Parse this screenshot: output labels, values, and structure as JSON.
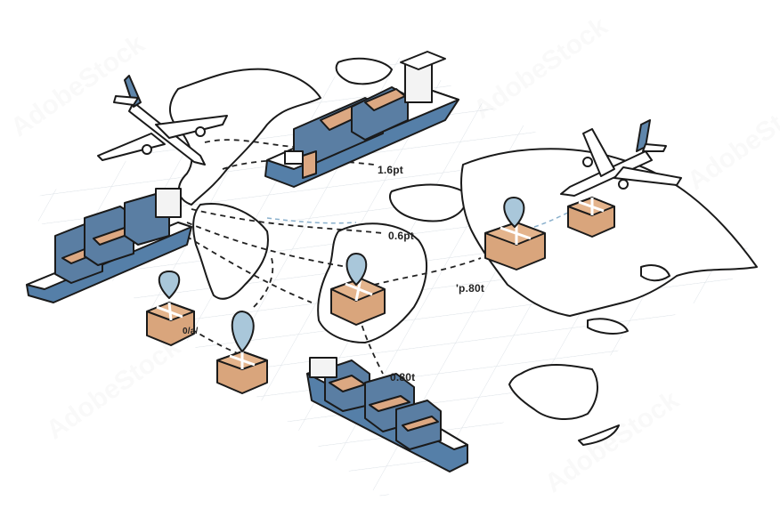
{
  "scene": {
    "description": "Isometric illustration of global logistics: world map with grid, container ships, airplanes, parcels with location pins and dashed route lines",
    "colors": {
      "container_blue": "#5a7ea3",
      "container_orange": "#dca882",
      "hull_blue": "#557fa8",
      "pin_blue": "#a9c7da",
      "box_brown": "#d9a57c",
      "tail_blue": "#5f86ab",
      "grid": "#d7dde3",
      "outline": "#1a1a1a"
    }
  },
  "labels": {
    "route_1": "1.6pt",
    "route_2": "0.6pt",
    "route_3": "'p.80t",
    "route_4": "0.80t",
    "route_5": "0/a/"
  },
  "watermark": {
    "text": "AdobeStock"
  },
  "objects": {
    "ships": [
      "ship-top-center",
      "ship-left",
      "ship-bottom-center"
    ],
    "planes": [
      "plane-top-left",
      "plane-top-right"
    ],
    "parcels": [
      "parcel-left",
      "parcel-bottom-left",
      "parcel-center",
      "parcel-east",
      "parcel-far-east"
    ]
  }
}
